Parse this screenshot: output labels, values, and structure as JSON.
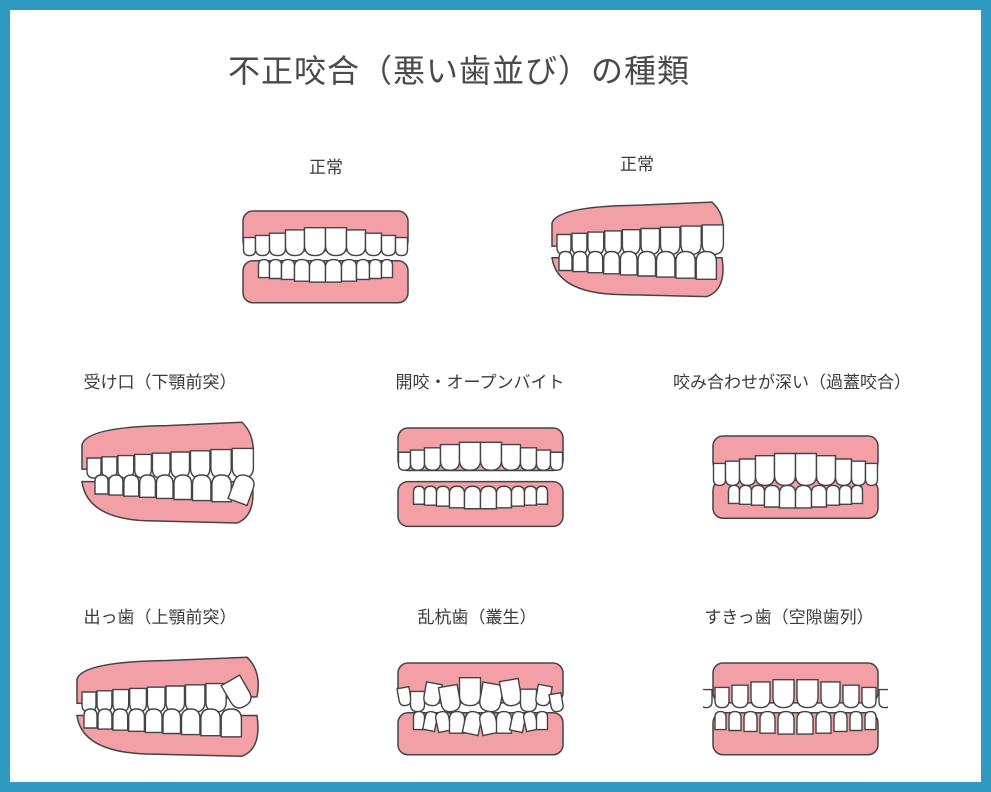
{
  "title": "不正咬合（悪い歯並び）の種類",
  "colors": {
    "frame": "#2f9bc0",
    "gum": "#f2a0a6",
    "tooth": "#ffffff",
    "outline": "#444444",
    "title_text": "#4a4a4a"
  },
  "items": [
    {
      "label": "正常",
      "icon": "front-bite-normal"
    },
    {
      "label": "正常",
      "icon": "side-bite-normal"
    },
    {
      "label": "受け口（下顎前突）",
      "icon": "side-bite-underbite"
    },
    {
      "label": "開咬・オープンバイト",
      "icon": "front-bite-openbite"
    },
    {
      "label": "咬み合わせが深い（過蓋咬合）",
      "icon": "front-bite-deepbite"
    },
    {
      "label": "出っ歯（上顎前突）",
      "icon": "side-bite-overjet"
    },
    {
      "label": "乱杭歯（叢生）",
      "icon": "front-bite-crowding"
    },
    {
      "label": "すきっ歯（空隙歯列）",
      "icon": "front-bite-spacing"
    }
  ]
}
